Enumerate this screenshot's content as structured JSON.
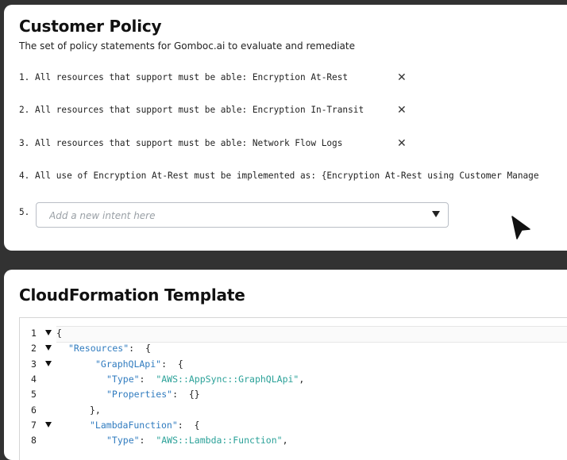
{
  "policy": {
    "title": "Customer Policy",
    "subtitle": "The set of policy statements for Gomboc.ai to evaluate and remediate",
    "statements": [
      {
        "text": "1. All resources that support must be able: Encryption At-Rest"
      },
      {
        "text": "2. All resources that support must be able: Encryption In-Transit"
      },
      {
        "text": "3. All resources that support must be able: Network Flow Logs"
      },
      {
        "text": "4. All use of Encryption At-Rest must be implemented as: {Encryption At-Rest using Customer Manage"
      }
    ],
    "remove_glyph": "✕",
    "new_intent": {
      "number": "5.",
      "placeholder": "Add a new intent here"
    }
  },
  "template": {
    "title": "CloudFormation Template",
    "lines": [
      {
        "n": "1",
        "fold": true,
        "tokens": [
          [
            "p",
            "{"
          ]
        ]
      },
      {
        "n": "2",
        "fold": true,
        "tokens": [
          [
            "k",
            "\"Resources\""
          ],
          [
            "p",
            ":  {"
          ]
        ]
      },
      {
        "n": "3",
        "fold": true,
        "tokens": [
          [
            "k",
            "\"GraphQLApi\""
          ],
          [
            "p",
            ":  {"
          ]
        ]
      },
      {
        "n": "4",
        "fold": false,
        "tokens": [
          [
            "k",
            "\"Type\""
          ],
          [
            "p",
            ":  "
          ],
          [
            "s",
            "\"AWS::AppSync::GraphQLApi\""
          ],
          [
            "p",
            ","
          ]
        ]
      },
      {
        "n": "5",
        "fold": false,
        "tokens": [
          [
            "k",
            "\"Properties\""
          ],
          [
            "p",
            ":  {}"
          ]
        ]
      },
      {
        "n": "6",
        "fold": false,
        "tokens": [
          [
            "p",
            "},"
          ]
        ]
      },
      {
        "n": "7",
        "fold": true,
        "tokens": [
          [
            "k",
            "\"LambdaFunction\""
          ],
          [
            "p",
            ":  {"
          ]
        ]
      },
      {
        "n": "8",
        "fold": false,
        "tokens": [
          [
            "k",
            "\"Type\""
          ],
          [
            "p",
            ":  "
          ],
          [
            "s",
            "\"AWS::Lambda::Function\""
          ],
          [
            "p",
            ","
          ]
        ]
      }
    ]
  }
}
